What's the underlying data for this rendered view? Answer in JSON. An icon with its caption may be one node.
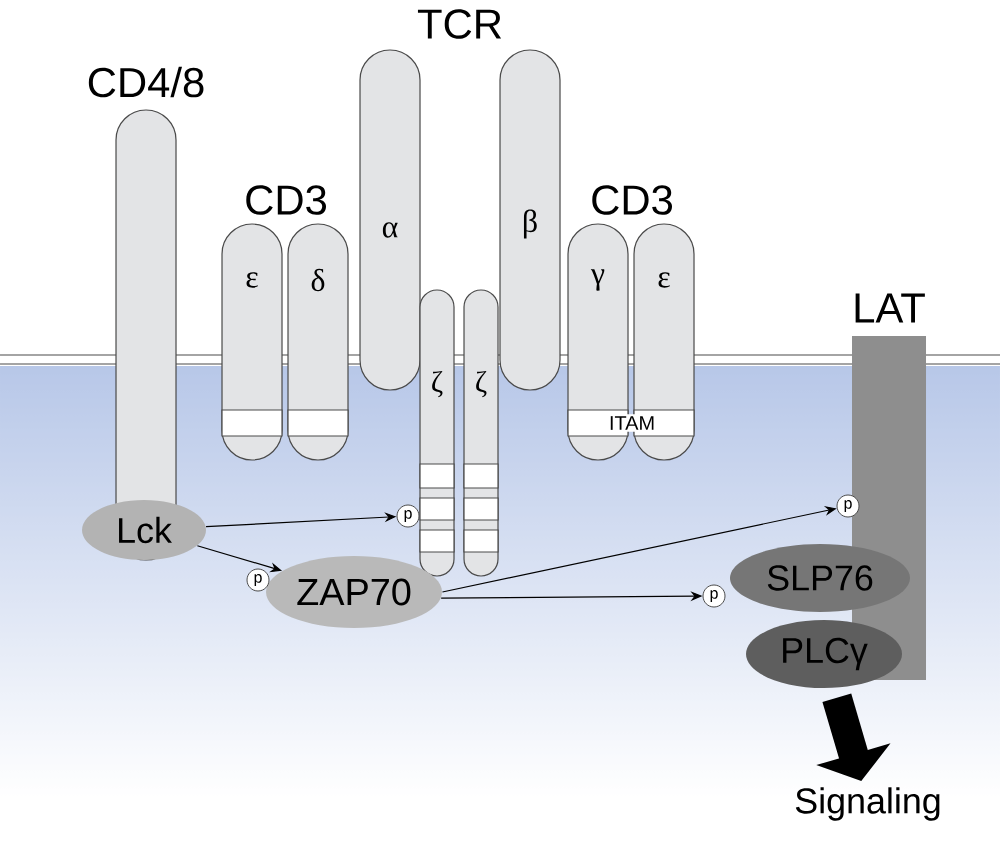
{
  "diagram": {
    "nodes": [
      {
        "text": [
          "CD4/8"
        ]
      },
      {
        "text": [
          "ε"
        ]
      },
      {
        "text": [
          "δ"
        ]
      },
      {
        "text": [
          "α"
        ]
      },
      {
        "text": [
          "ζ"
        ]
      },
      {
        "text": [
          "ζ"
        ]
      },
      {
        "text": [
          "β"
        ]
      },
      {
        "text": [
          "γ"
        ]
      },
      {
        "text": [
          "ε"
        ]
      },
      {
        "text": [
          "LAT"
        ]
      },
      {
        "text": [
          "Lck"
        ]
      },
      {
        "text": [
          "ZAP70"
        ]
      },
      {
        "text": [
          "p"
        ]
      },
      {
        "text": [
          "p"
        ]
      },
      {
        "text": [
          "p"
        ]
      },
      {
        "text": [
          "p"
        ]
      },
      {
        "text": [
          "SLP76"
        ]
      },
      {
        "text": [
          "PLCγ"
        ]
      },
      {
        "text": [
          "Signaling"
        ]
      }
    ],
    "edges": [
      {
        "from": 10,
        "to": 12,
        "arrow": "to"
      },
      {
        "from": 10,
        "to": 11,
        "arrow": "to"
      },
      {
        "from": 11,
        "to": 13,
        "arrow": "to"
      },
      {
        "from": 11,
        "to": 14,
        "arrow": "to"
      },
      {
        "from": 17,
        "to": 18,
        "arrow": "to",
        "style": "thick"
      }
    ],
    "labels": [
      "TCR",
      "CD3",
      "CD3",
      "ITAM"
    ]
  }
}
